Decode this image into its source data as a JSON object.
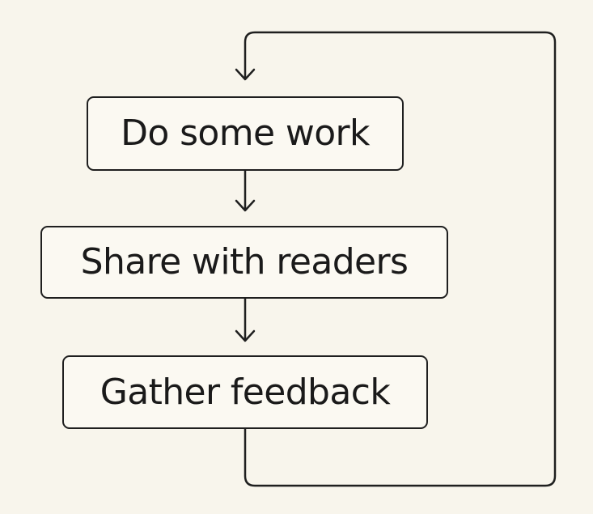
{
  "steps": [
    {
      "label": "Do some work"
    },
    {
      "label": "Share with readers"
    },
    {
      "label": "Gather feedback"
    }
  ],
  "colors": {
    "background": "#f8f5ec",
    "box_fill": "#fbf9f2",
    "stroke": "#1f1f1f",
    "text": "#1a1a1a"
  }
}
